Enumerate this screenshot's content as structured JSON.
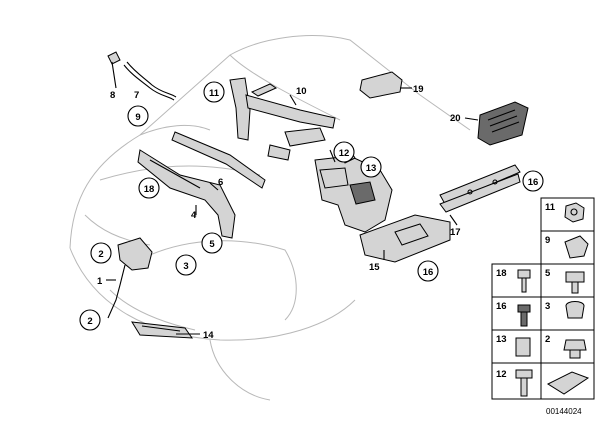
{
  "reference": "00144024",
  "callouts": {
    "c1": "1",
    "c2a": "2",
    "c2b": "2",
    "c3": "3",
    "c4": "4",
    "c5": "5",
    "c6": "6",
    "c7": "7",
    "c8": "8",
    "c9": "9",
    "c10": "10",
    "c11": "11",
    "c12": "12",
    "c13": "13",
    "c14": "14",
    "c15": "15",
    "c16a": "16",
    "c16b": "16",
    "c17": "17",
    "c18": "18",
    "c19": "19",
    "c20": "20"
  },
  "legend": {
    "r1a": "11",
    "r2a": "9",
    "r3a": "18",
    "r3b": "5",
    "r4a": "16",
    "r4b": "3",
    "r5a": "13",
    "r5b": "2",
    "r6a": "12"
  }
}
